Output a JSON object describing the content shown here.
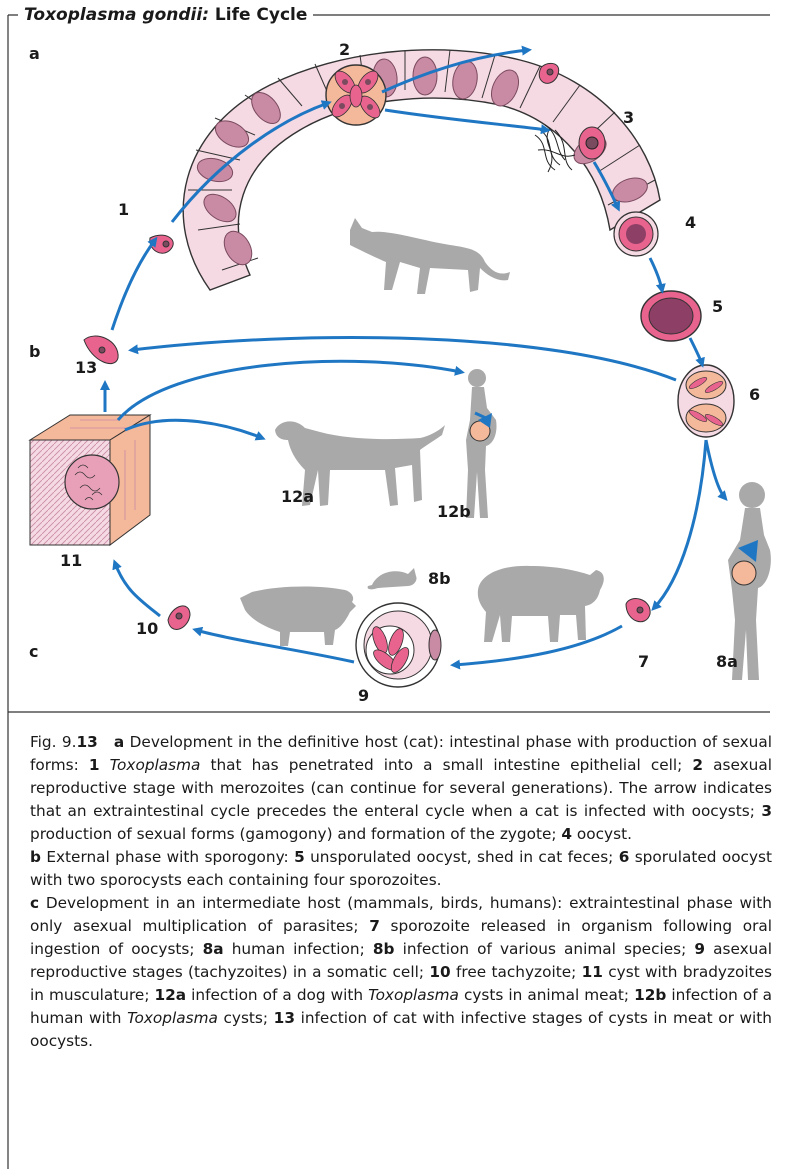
{
  "title": {
    "italic": "Toxoplasma gondii:",
    "rest": "Life Cycle"
  },
  "sections": {
    "a": "a",
    "b": "b",
    "c": "c"
  },
  "stages": {
    "s1": "1",
    "s2": "2",
    "s3": "3",
    "s4": "4",
    "s5": "5",
    "s6": "6",
    "s7": "7",
    "s8a": "8a",
    "s8b": "8b",
    "s9": "9",
    "s10": "10",
    "s11": "11",
    "s12a": "12a",
    "s12b": "12b",
    "s13": "13"
  },
  "icons": [
    "cat-silhouette-icon",
    "dog-silhouette-icon",
    "pig-silhouette-icon",
    "mouse-silhouette-icon",
    "sheep-silhouette-icon",
    "pregnant-woman-silhouette-icon"
  ],
  "colors": {
    "arrow": "#1f77c4",
    "cell_fill": "#f5d9e3",
    "nucleus": "#c98aa4",
    "parasite": "#e8648f",
    "silhouette": "#a9a9a9"
  },
  "caption": {
    "fig_prefix": "Fig. 9.",
    "fig_num": "13",
    "a_label": "a",
    "a_text_1": " Development in the definitive host (cat): intestinal phase with production of sexual forms: ",
    "a_n1": "1",
    "a_italic_1": "Toxoplasma",
    "a_text_2": " that has penetrated into a small intestine epithelial cell; ",
    "a_n2": "2",
    "a_text_3": " asexual reproductive stage with merozoites (can continue for several generations). The arrow indicates that an extraintestinal cycle precedes the enteral cycle when a cat is infected with oocysts; ",
    "a_n3": "3",
    "a_text_4": " production of sexual forms (gamogony) and formation of the zygote; ",
    "a_n4": "4",
    "a_text_5": " oocyst.",
    "b_label": "b",
    "b_text_1": " External phase with sporogony: ",
    "b_n5": "5",
    "b_text_2": " unsporulated oocyst, shed in cat feces; ",
    "b_n6": "6",
    "b_text_3": " sporulated oocyst with two sporocysts each containing four sporozoites.",
    "c_label": "c",
    "c_text_1": " Development in an intermediate host (mammals, birds, humans): extraintestinal phase with only asexual multiplication of parasites; ",
    "c_n7": "7",
    "c_text_2": " sporozoite released in organism following oral ingestion of oocysts; ",
    "c_n8a": "8a",
    "c_text_3": " human infection; ",
    "c_n8b": "8b",
    "c_text_4": " infection of various animal species; ",
    "c_n9": "9",
    "c_text_5": " asexual reproductive stages (tachyzoites) in a somatic cell; ",
    "c_n10": "10",
    "c_text_6": " free tachyzoite; ",
    "c_n11": "11",
    "c_text_7": " cyst with bradyzoites in musculature; ",
    "c_n12a": "12a",
    "c_text_8": " infection of a dog with ",
    "c_italic_1": "Toxoplasma",
    "c_text_9": " cysts in animal meat; ",
    "c_n12b": "12b",
    "c_text_10": " infection of a human with ",
    "c_italic_2": "Toxoplasma",
    "c_text_11": " cysts; ",
    "c_n13": "13",
    "c_text_12": " infection of cat with infective stages of cysts in meat or with oocysts."
  }
}
